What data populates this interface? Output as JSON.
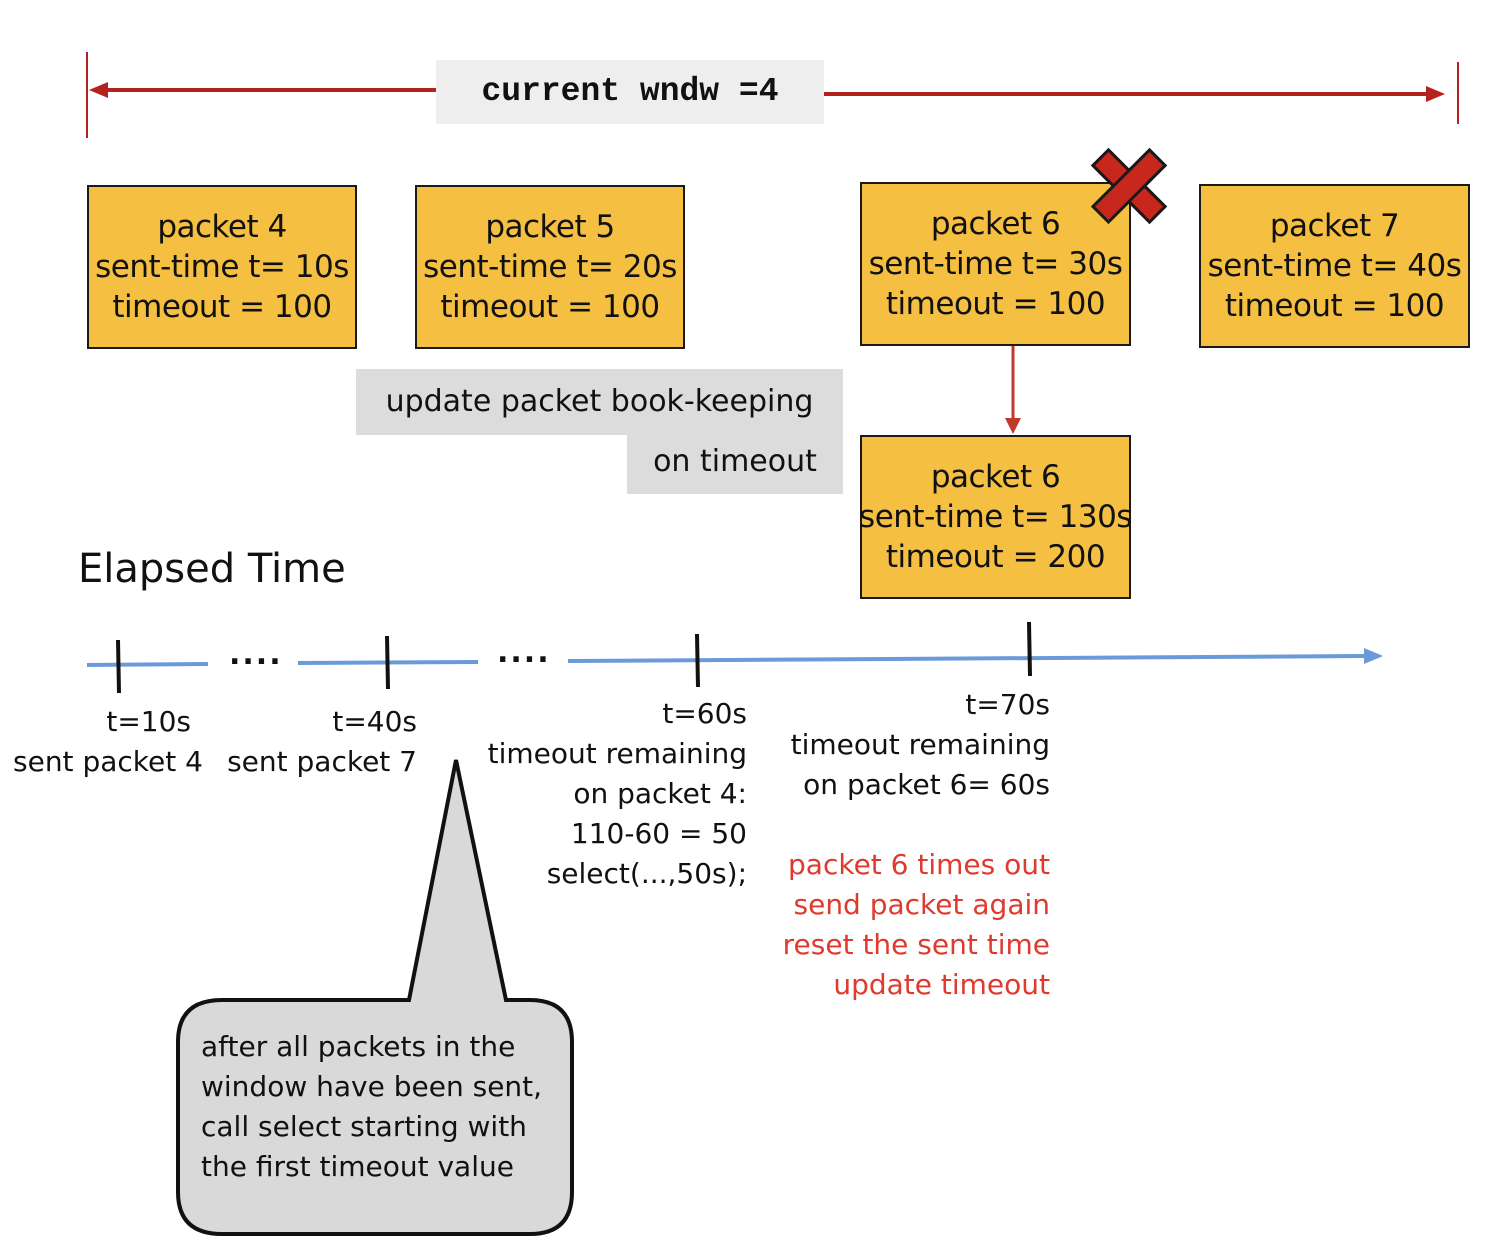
{
  "window_label": "current wndw =4",
  "colors": {
    "packet_fill": "#f5bf42",
    "window_arrow": "#b3221e",
    "timeline": "#6a9ad8",
    "alert_text": "#e03a2e",
    "drop_mark": "#c8271d",
    "note_fill": "#dcdcdc",
    "callout_fill": "#d9d9d9"
  },
  "packets": [
    {
      "name": "packet 4",
      "sent": "sent-time t= 10s",
      "timeout": "timeout = 100"
    },
    {
      "name": "packet 5",
      "sent": "sent-time t= 20s",
      "timeout": "timeout = 100"
    },
    {
      "name": "packet 6",
      "sent": "sent-time t= 30s",
      "timeout": "timeout = 100",
      "dropped_icon": "x-mark-icon"
    },
    {
      "name": "packet 7",
      "sent": "sent-time t= 40s",
      "timeout": "timeout = 100"
    }
  ],
  "updated_packet": {
    "name": "packet 6",
    "sent": "sent-time t= 130s",
    "timeout": "timeout = 200"
  },
  "update_note": {
    "line1": "update packet book-keeping",
    "line2": "on timeout"
  },
  "timeline": {
    "heading": "Elapsed Time",
    "ellipsis_1": "....",
    "ellipsis_2": "....",
    "ticks": [
      {
        "lines": [
          "t=10s",
          "sent packet 4"
        ]
      },
      {
        "lines": [
          "t=40s",
          "sent packet 7"
        ]
      },
      {
        "lines": [
          "t=60s",
          "timeout remaining",
          "on packet 4:",
          "110-60 = 50",
          "select(...,50s);"
        ]
      },
      {
        "lines": [
          "t=70s",
          "timeout remaining",
          "on packet 6= 60s"
        ],
        "alert_lines": [
          "packet 6 times out",
          "send packet again",
          "reset the sent time",
          "update timeout"
        ]
      }
    ]
  },
  "callout": {
    "lines": [
      "after all packets in the",
      "window have been sent,",
      "call select starting with",
      "the first timeout value"
    ]
  }
}
